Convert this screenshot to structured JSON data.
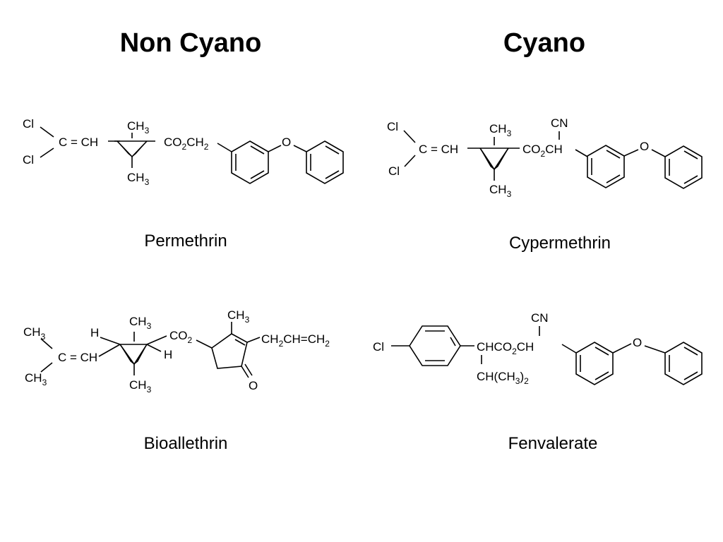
{
  "headings": {
    "non_cyano": "Non Cyano",
    "cyano": "Cyano"
  },
  "compounds": [
    {
      "name": "Permethrin"
    },
    {
      "name": "Cypermethrin"
    },
    {
      "name": "Bioallethrin"
    },
    {
      "name": "Fenvalerate"
    }
  ],
  "structure_text": {
    "perm": {
      "cl": "Cl",
      "ceqch": "C = CH",
      "ch": "CH",
      "ch3": "CH",
      "co2": "CO",
      "ch2": "CH",
      "o": "O",
      "sub2": "2",
      "sub3": "3"
    },
    "cyp": {
      "cl": "Cl",
      "ceqch": "C = CH",
      "ch": "CH",
      "cn": "CN",
      "co2": "CO",
      "o": "O",
      "sub2": "2",
      "sub3": "3"
    },
    "bio": {
      "ch": "CH",
      "h": "H",
      "ceqch": "C = CH",
      "co2": "CO",
      "allyl_a": "CH",
      "allyl_b": "CH=CH",
      "o": "O",
      "sub2": "2",
      "sub3": "3"
    },
    "fen": {
      "cl": "Cl",
      "chco": "CHCO",
      "ch": "CH",
      "cn": "CN",
      "isopropyl_a": "CH(CH",
      "isopropyl_b": ")",
      "o": "O",
      "sub2": "2",
      "sub3": "3"
    }
  }
}
